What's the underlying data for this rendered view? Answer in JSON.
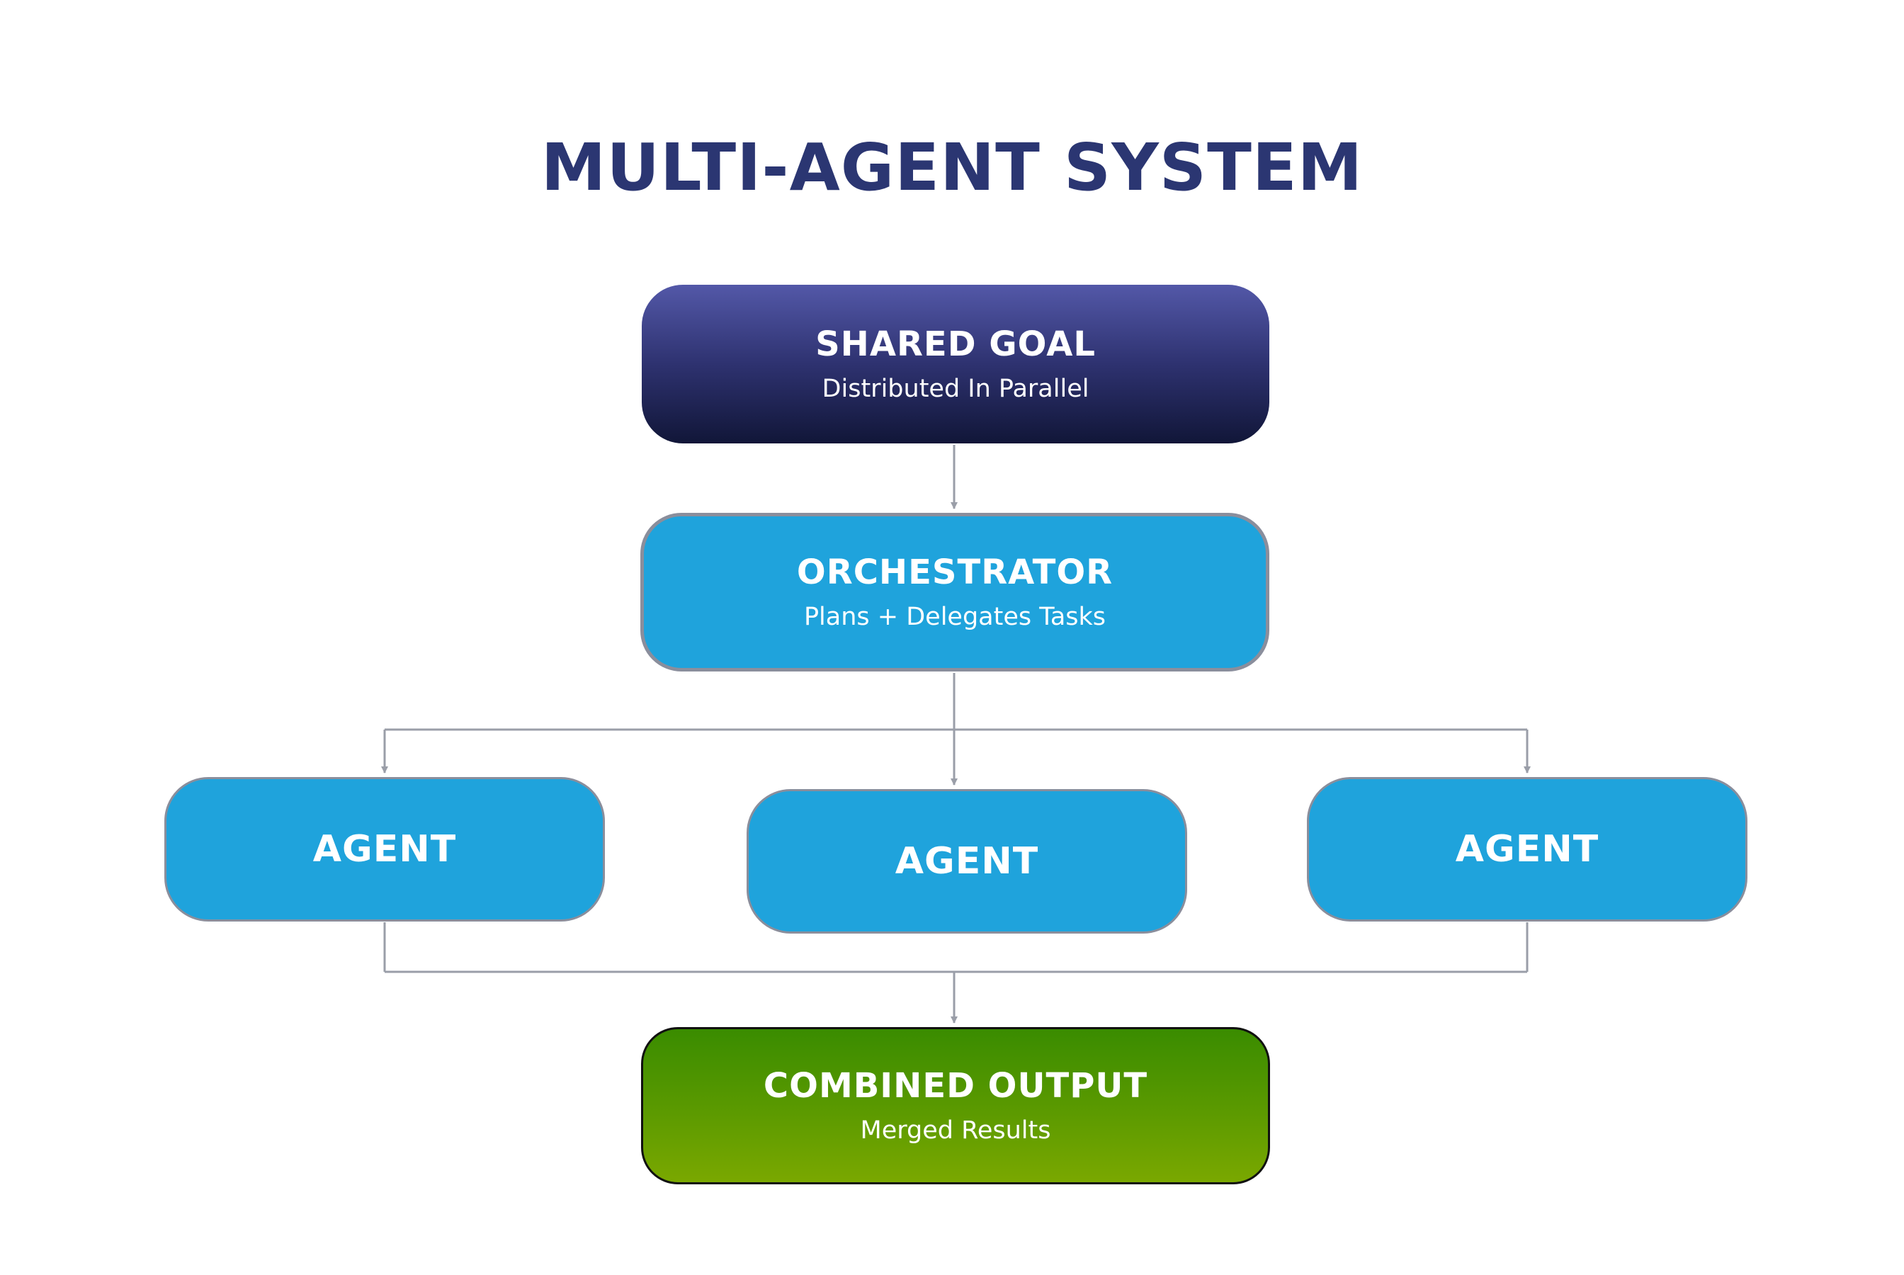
{
  "title": "MULTI-AGENT SYSTEM",
  "nodes": {
    "shared_goal": {
      "label": "SHARED GOAL",
      "sub": "Distributed In Parallel"
    },
    "orchestrator": {
      "label": "ORCHESTRATOR",
      "sub": "Plans + Delegates Tasks"
    },
    "agents": [
      {
        "label": "AGENT"
      },
      {
        "label": "AGENT"
      },
      {
        "label": "AGENT"
      }
    ],
    "combined_output": {
      "label": "COMBINED OUTPUT",
      "sub": "Merged Results"
    }
  },
  "colors": {
    "title": "#2b3672",
    "goal_top": "#5358a8",
    "goal_bottom": "#111638",
    "agent_fill": "#1fa3dc",
    "border_gray": "#8a8e9c",
    "output_top": "#3a8c00",
    "output_bottom": "#7aa800",
    "connector": "#9a9ea8"
  }
}
